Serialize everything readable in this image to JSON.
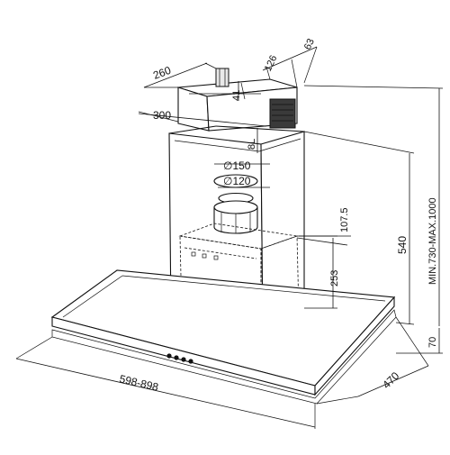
{
  "dimensions": {
    "d260": "260",
    "d300": "300",
    "d126": "126",
    "d63": "63",
    "d41": "41",
    "d8": "8L",
    "dia150": "∅150",
    "dia120": "∅120",
    "d107": "107.5",
    "d253": "253",
    "d540": "540",
    "dmin": "MIN.730-MAX.1000",
    "d70": "70",
    "d470": "470",
    "dwidth": "598-898"
  }
}
